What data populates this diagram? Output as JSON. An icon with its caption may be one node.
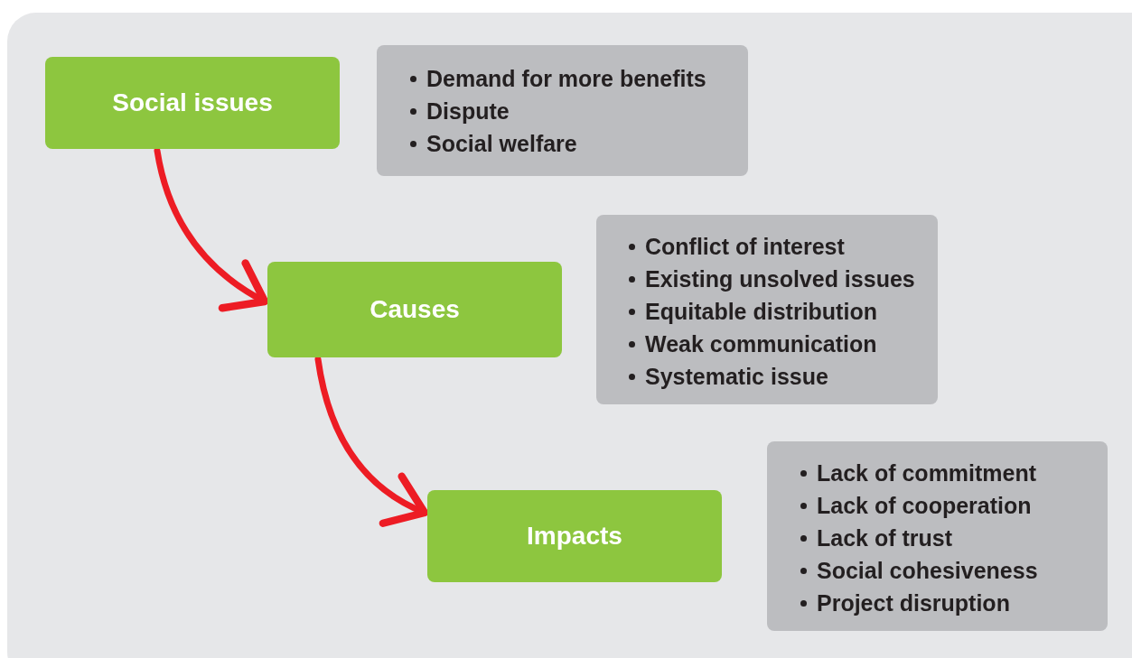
{
  "diagram": {
    "nodes": [
      {
        "text": [
          "Social issues"
        ]
      },
      {
        "text": [
          "Demand for more benefits",
          "Dispute",
          "Social welfare"
        ]
      },
      {
        "text": [
          "Causes"
        ]
      },
      {
        "text": [
          "Conflict of interest",
          "Existing unsolved issues",
          "Equitable distribution",
          "Weak communication",
          "Systematic issue"
        ]
      },
      {
        "text": [
          "Impacts"
        ]
      },
      {
        "text": [
          "Lack of commitment",
          "Lack of cooperation",
          "Lack of trust",
          "Social cohesiveness",
          "Project disruption"
        ]
      }
    ],
    "edges": [
      {
        "from": 0,
        "to": 2,
        "arrow": "to"
      },
      {
        "from": 2,
        "to": 4,
        "arrow": "to"
      }
    ]
  }
}
